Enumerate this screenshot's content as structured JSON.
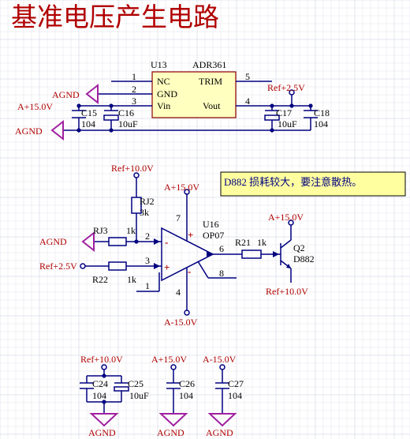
{
  "title": "基准电压产生电路",
  "colors": {
    "background": "#ffffff",
    "grid": "#d9deea",
    "wire": "#000080",
    "label": "#b00000",
    "pin_text": "#000000",
    "ic_fill": "#ffffc0",
    "ic_border": "#8b0000",
    "note_fill": "#ffffa0",
    "note_border": "#000000"
  },
  "u13": {
    "ref": "U13",
    "part": "ADR361",
    "pin_names": {
      "nc": "NC",
      "gnd": "GND",
      "vin": "Vin",
      "trim": "TRIM",
      "vout": "Vout"
    },
    "pin_numbers": {
      "p1": "1",
      "p2": "2",
      "p3": "3",
      "p4": "4",
      "p5": "5"
    }
  },
  "nets": {
    "agnd": "AGND",
    "a_pos15": "A+15.0V",
    "a_neg15": "A-15.0V",
    "ref25": "Ref+2.5V",
    "ref10": "Ref+10.0V"
  },
  "caps": {
    "c15": {
      "ref": "C15",
      "value": "104"
    },
    "c16": {
      "ref": "C16",
      "value": "10uF"
    },
    "c17": {
      "ref": "C17",
      "value": "10uF"
    },
    "c18": {
      "ref": "C18",
      "value": "104"
    },
    "c24": {
      "ref": "C24",
      "value": "104"
    },
    "c25": {
      "ref": "C25",
      "value": "10uF"
    },
    "c26": {
      "ref": "C26",
      "value": "104"
    },
    "c27": {
      "ref": "C27",
      "value": "104"
    }
  },
  "resistors": {
    "rj2": {
      "ref": "RJ2",
      "value": "3k"
    },
    "rj3": {
      "ref": "RJ3",
      "value": "1k"
    },
    "r22": {
      "ref": "R22",
      "value": "1k"
    },
    "r21": {
      "ref": "R21",
      "value": "1k"
    }
  },
  "u16": {
    "ref": "U16",
    "part": "OP07",
    "plus": "+",
    "minus": "-",
    "pin_numbers": {
      "p1": "1",
      "p2": "2",
      "p3": "3",
      "p4": "4",
      "p6": "6",
      "p7": "7",
      "p8": "8"
    }
  },
  "q2": {
    "ref": "Q2",
    "part": "D882"
  },
  "note": "D882 损耗较大，要注意散热。"
}
